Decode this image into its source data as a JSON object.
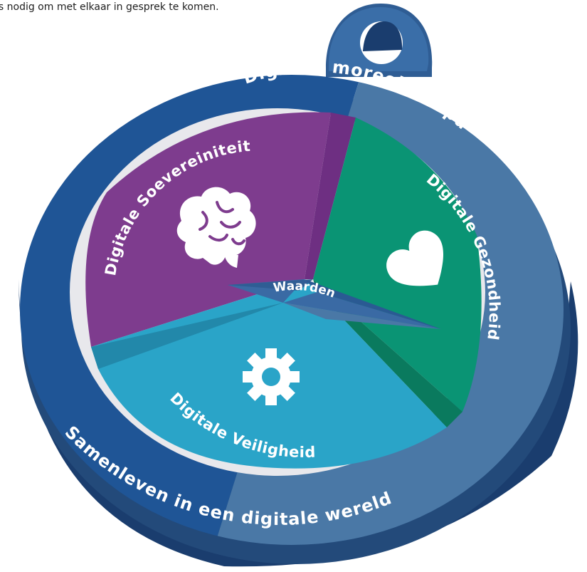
{
  "intro_text": "is nodig om met elkaar in gesprek te komen.",
  "compass": {
    "top_ring_label": "Digitaal moreel kompas",
    "bottom_ring_label": "Samenleven in een digitale wereld",
    "center_label": "Waarden",
    "segments": [
      {
        "label": "Digitale Soevereiniteit",
        "icon": "brain-icon",
        "color": "#7e3c8e"
      },
      {
        "label": "Digitale Gezondheid",
        "icon": "heart-icon",
        "color": "#0a9474"
      },
      {
        "label": "Digitale Veiligheid",
        "icon": "gear-icon",
        "color": "#2aa4c8"
      }
    ]
  },
  "colors": {
    "ring_dark": "#1f5596",
    "ring_light": "#4a78a6",
    "side_dark": "#1a3d6e",
    "inner_border": "#e8e8ec"
  }
}
